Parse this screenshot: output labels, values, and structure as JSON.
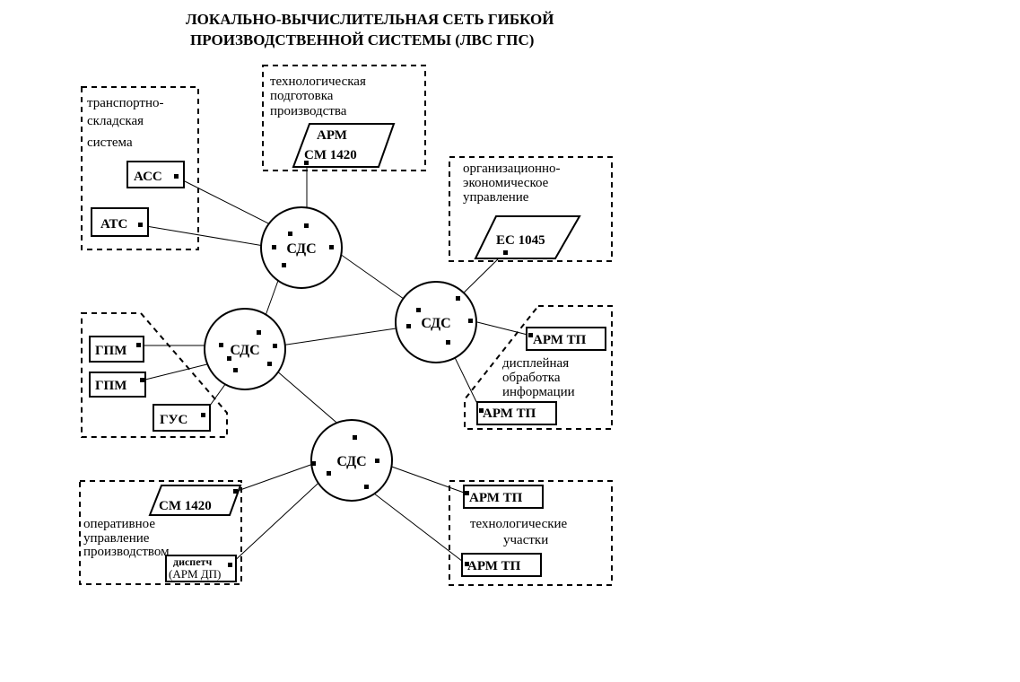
{
  "title": {
    "line1": "ЛОКАЛЬНО-ВЫЧИСЛИТЕЛЬНАЯ СЕТЬ ГИБКОЙ",
    "line2": "ПРОИЗВОДСТВЕННОЙ СИСТЕМЫ (ЛВС ГПС)"
  },
  "groups": {
    "transport": [
      "транспортно-",
      "складская",
      "система"
    ],
    "tech_prep": [
      "технологическая",
      "подготовка",
      "производства"
    ],
    "org_econ": [
      "организационно-",
      "экономическое",
      "управление"
    ],
    "display": [
      "дисплейная",
      "обработка",
      "информации"
    ],
    "operative": [
      "оперативное",
      "управление",
      "производством"
    ],
    "tech_sites": [
      "технологические",
      "участки"
    ]
  },
  "nodes": {
    "sds1": "СДС",
    "sds2": "СДС",
    "sds3": "СДС",
    "sds4": "СДС"
  },
  "devices": {
    "acc": "АСС",
    "atc": "АТС",
    "arm_sm_line1": "АРМ",
    "arm_sm_line2": "СМ 1420",
    "ec1045": "ЕС 1045",
    "arm_tp_1": "АРМ ТП",
    "arm_tp_2": "АРМ ТП",
    "gpm_1": "ГПМ",
    "gpm_2": "ГПМ",
    "gus": "ГУС",
    "sm1420": "СМ 1420",
    "dispatch_line1": "диспетч",
    "dispatch_line2": "(АРМ ДП)",
    "arm_tp_3": "АРМ ТП",
    "arm_tp_4": "АРМ ТП"
  }
}
